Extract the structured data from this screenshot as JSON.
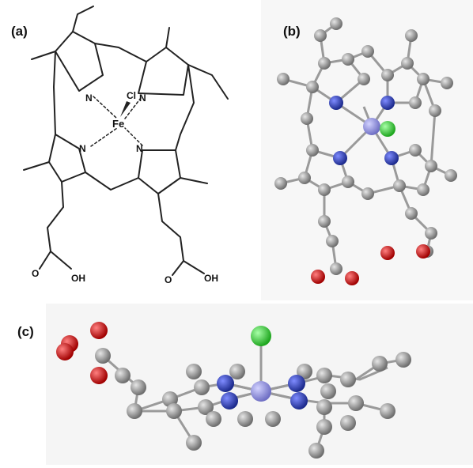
{
  "panels": {
    "a": {
      "label": "(a)"
    },
    "b": {
      "label": "(b)"
    },
    "c": {
      "label": "(c)"
    }
  },
  "structure": {
    "metal": "Fe",
    "axial_ligand": "Cl",
    "nitrogen": "N",
    "hydroxyl": "OH",
    "carbonyl_oxygen": "O"
  },
  "colors": {
    "carbon": "#8c8c8c",
    "nitrogen": "#2b3aa8",
    "iron": "#8a8ad6",
    "chlorine": "#33cc33",
    "oxygen": "#d21010",
    "bond": "#8f8f8f"
  }
}
